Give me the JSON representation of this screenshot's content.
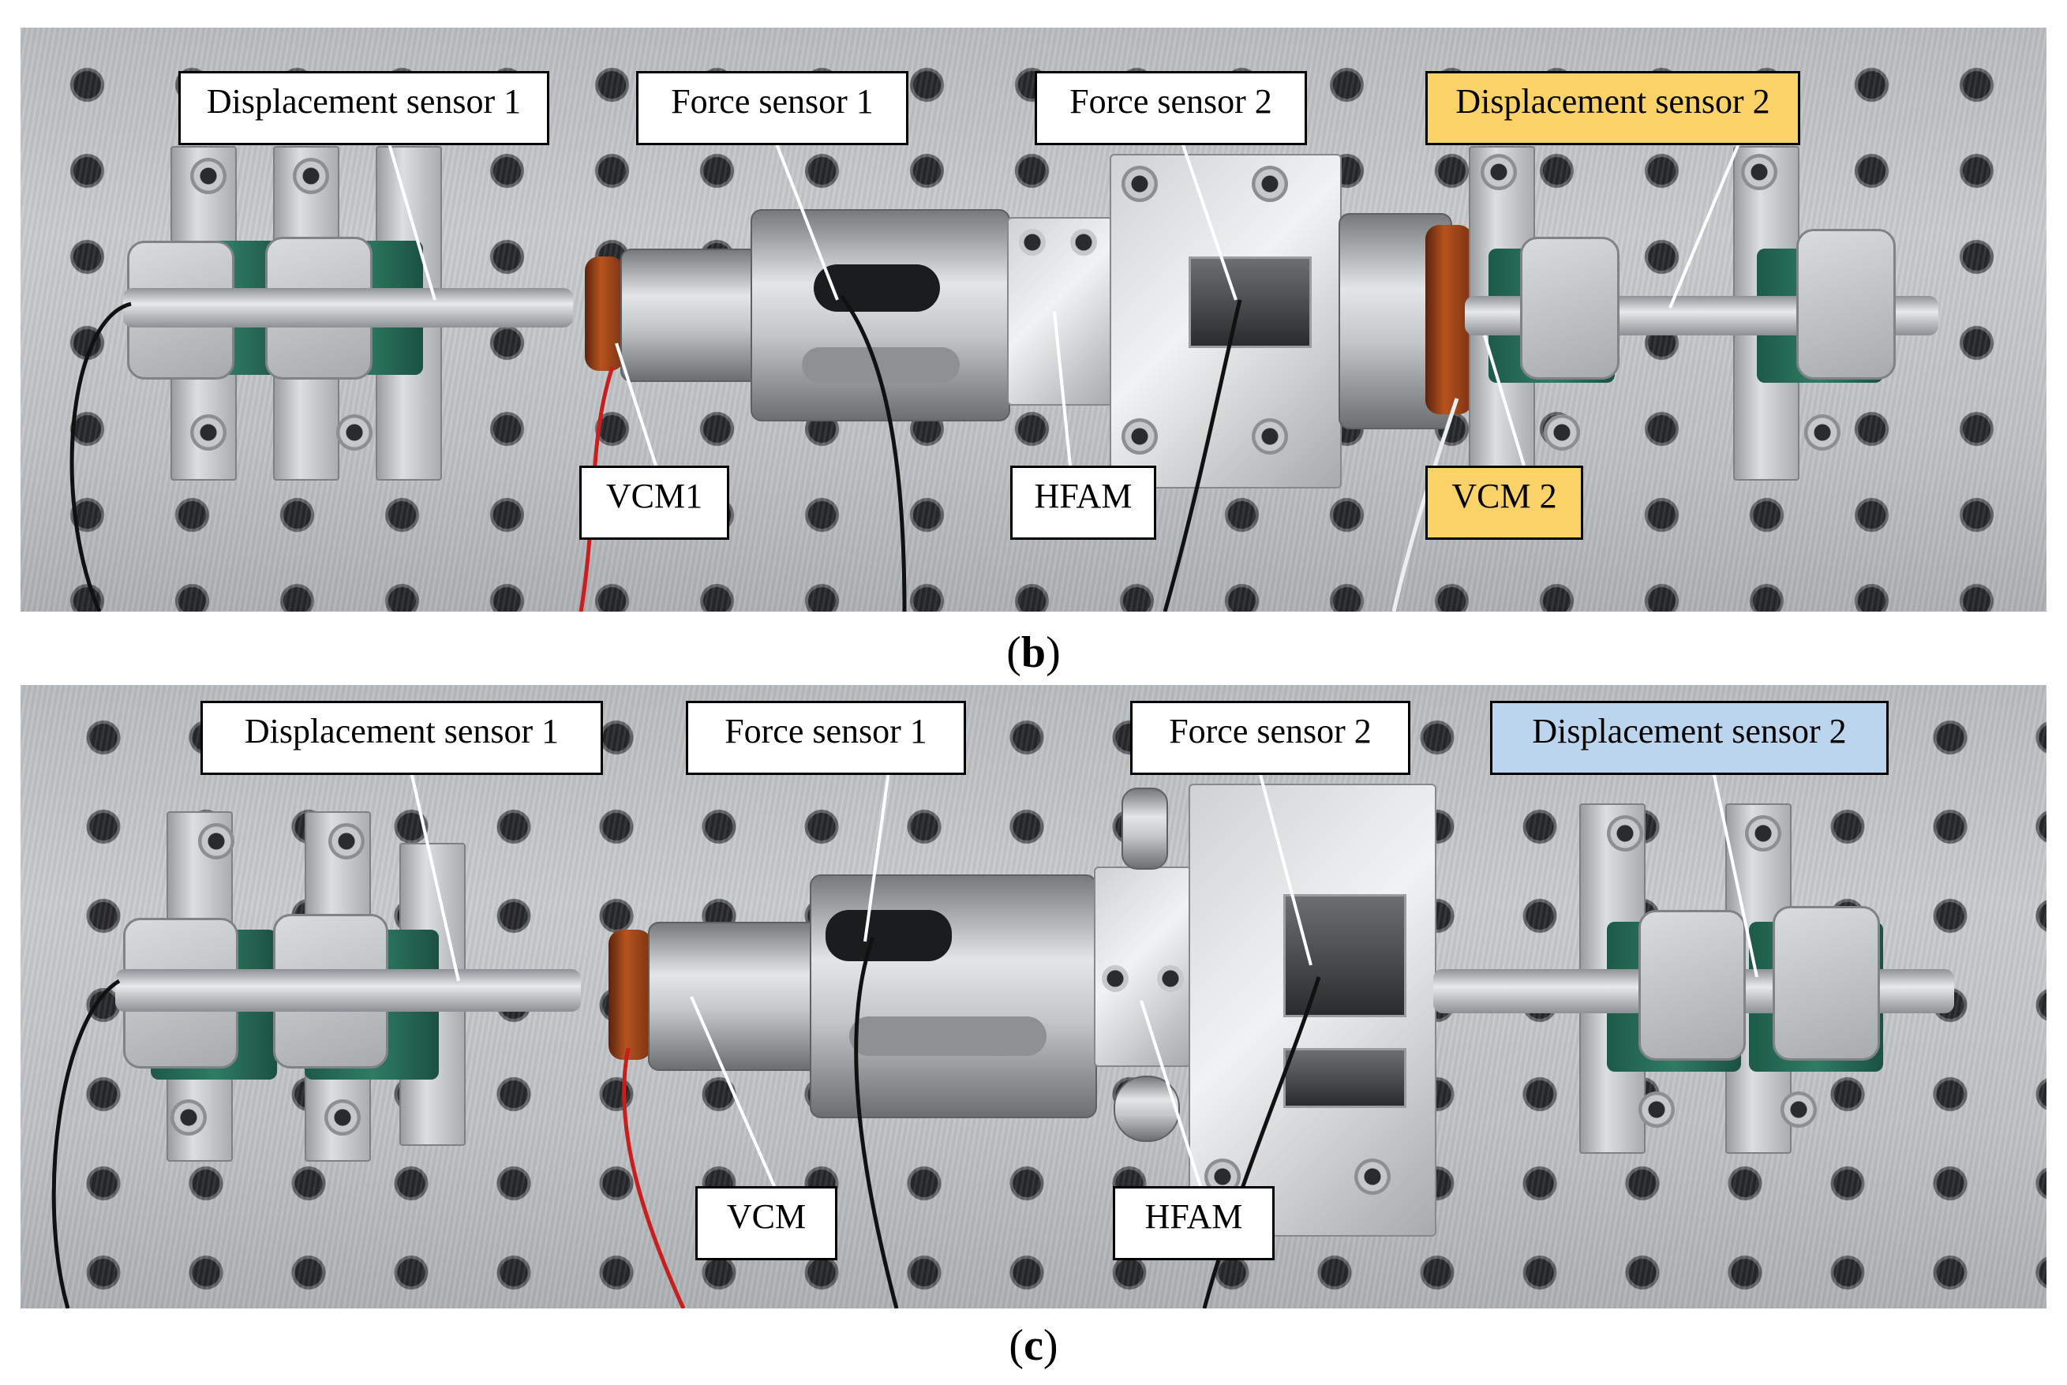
{
  "panels": [
    {
      "caption_open": "(",
      "caption_letter": "b",
      "caption_close": ")",
      "labels": {
        "displacement_sensor_1": "Displacement sensor 1",
        "force_sensor_1": "Force sensor 1",
        "force_sensor_2": "Force sensor 2",
        "displacement_sensor_2": "Displacement sensor 2",
        "vcm1": "VCM1",
        "hfam": "HFAM",
        "vcm2": "VCM 2"
      }
    },
    {
      "caption_open": "(",
      "caption_letter": "c",
      "caption_close": ")",
      "labels": {
        "displacement_sensor_1": "Displacement sensor 1",
        "force_sensor_1": "Force sensor 1",
        "force_sensor_2": "Force sensor 2",
        "displacement_sensor_2": "Displacement sensor 2",
        "vcm": "VCM",
        "hfam": "HFAM"
      }
    }
  ],
  "colors": {
    "highlight_yellow": "#fad267",
    "highlight_blue": "#bcd5ee",
    "label_border": "#000000"
  }
}
